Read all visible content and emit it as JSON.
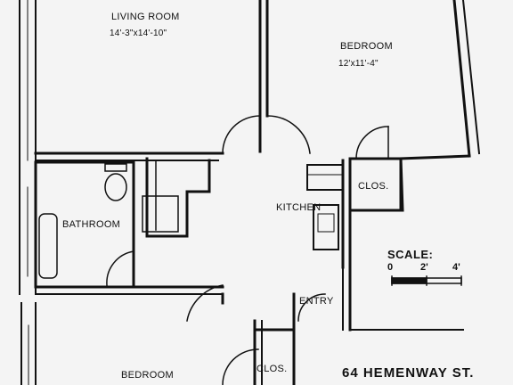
{
  "rooms": {
    "living_room": {
      "name": "LIVING ROOM",
      "size": "14'-3\"x14'-10\""
    },
    "bedroom_top": {
      "name": "BEDROOM",
      "size": "12'x11'-4\""
    },
    "kitchen": {
      "name": "KITCHEN"
    },
    "bathroom": {
      "name": "BATHROOM"
    },
    "closet_right": {
      "name": "CLOS."
    },
    "closet_bottom": {
      "name": "CLOS."
    },
    "entry": {
      "name": "ENTRY"
    },
    "bedroom_bottom": {
      "name": "BEDROOM"
    }
  },
  "scale": {
    "title": "SCALE:",
    "ticks": [
      "0",
      "2'",
      "4'"
    ]
  },
  "address": "64 HEMENWAY ST.",
  "colors": {
    "ink": "#111111",
    "paper": "#f4f4f4",
    "fixture_fill": "#ffffff"
  }
}
